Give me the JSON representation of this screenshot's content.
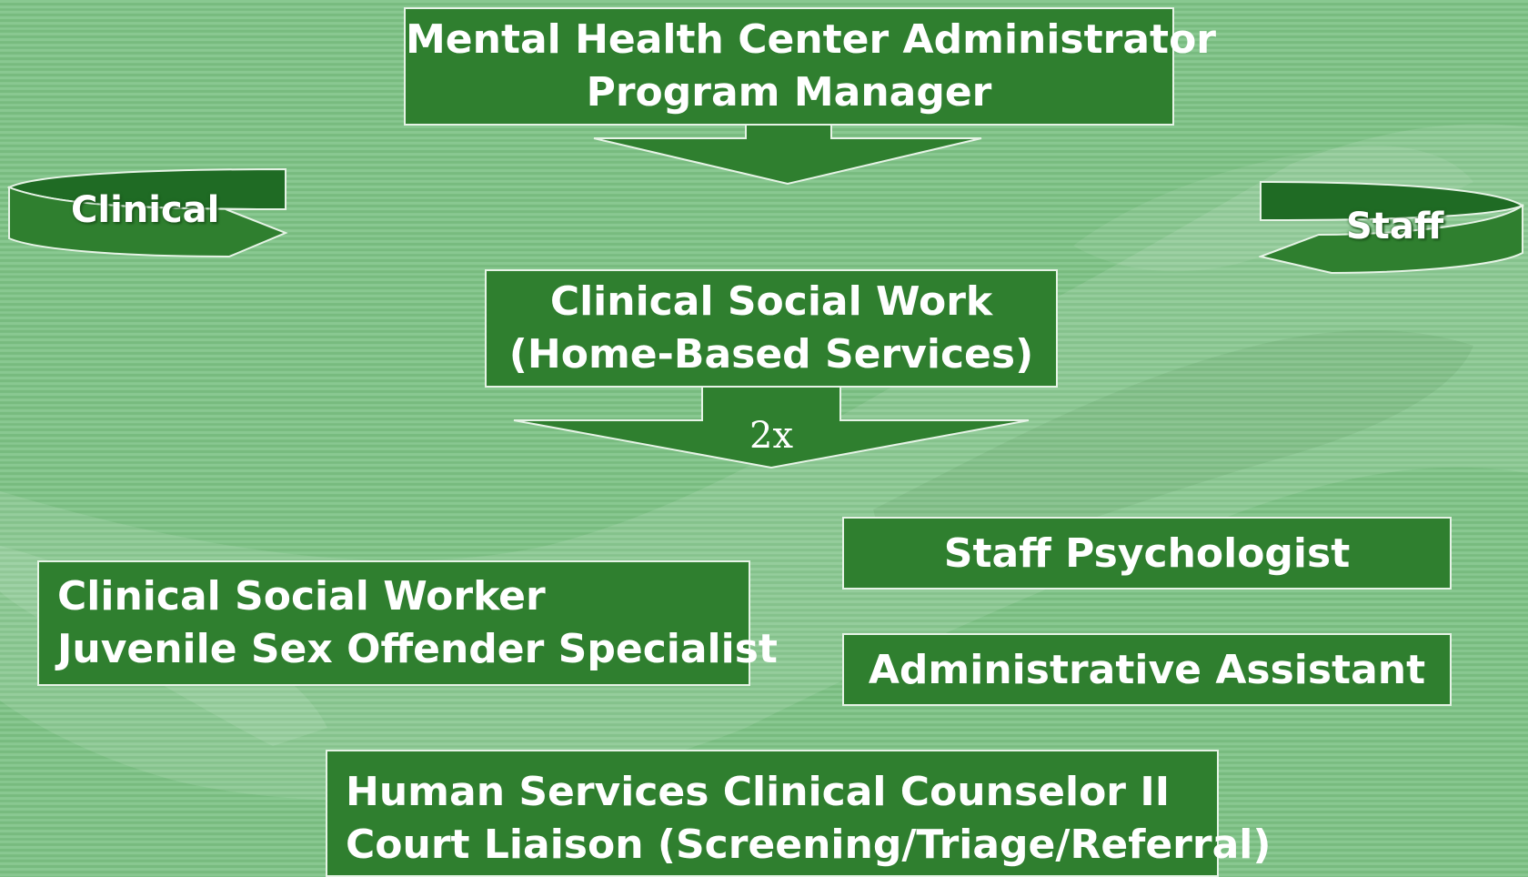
{
  "diagram": {
    "top_box": {
      "line1": "Mental Health Center Administrator",
      "line2": "Program Manager"
    },
    "middle_box": {
      "line1": "Clinical Social Work",
      "line2": "(Home-Based Services)"
    },
    "arrow_label": "2x",
    "left_banner": "Clinical",
    "right_banner": "Staff",
    "staff_psych": "Staff Psychologist",
    "admin_assistant": "Administrative Assistant",
    "csw_box": {
      "line1": "Clinical Social Worker",
      "line2": "Juvenile Sex Offender Specialist"
    },
    "hscc_box": {
      "line1": "Human Services Clinical Counselor II",
      "line2": "Court Liaison (Screening/Triage/Referral)"
    }
  },
  "colors": {
    "background": "#7cc284",
    "box_fill": "#2f7f2f",
    "box_border": "#e6f3e6",
    "text": "#ffffff"
  }
}
